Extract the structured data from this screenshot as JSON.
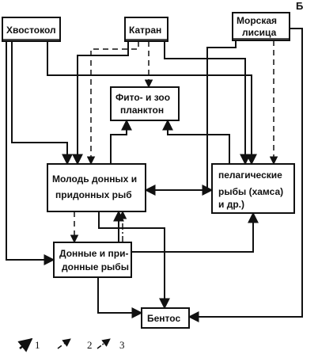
{
  "panel_label": "Б",
  "nodes": {
    "hvostokol": "Хвостокол",
    "katran": "Катран",
    "morskaya_lisica_line1": "Морская",
    "morskaya_lisica_line2": "лисица",
    "plankton_line1": "Фито- и зоо",
    "plankton_line2": "планктон",
    "molod_line1": "Молодь донных и",
    "molod_line2": "придонных рыб",
    "pelagic_line1": "пелагические",
    "pelagic_line2": "рыбы (хамса)",
    "pelagic_line3": "и др.)",
    "donnye_line1": "Донные и при-",
    "donnye_line2": "донные рыбы",
    "bentos": "Бентос"
  },
  "legend": {
    "item1": "1",
    "item2": "2",
    "item3": "3"
  },
  "colors": {
    "ink": "#111111",
    "background": "#ffffff"
  }
}
